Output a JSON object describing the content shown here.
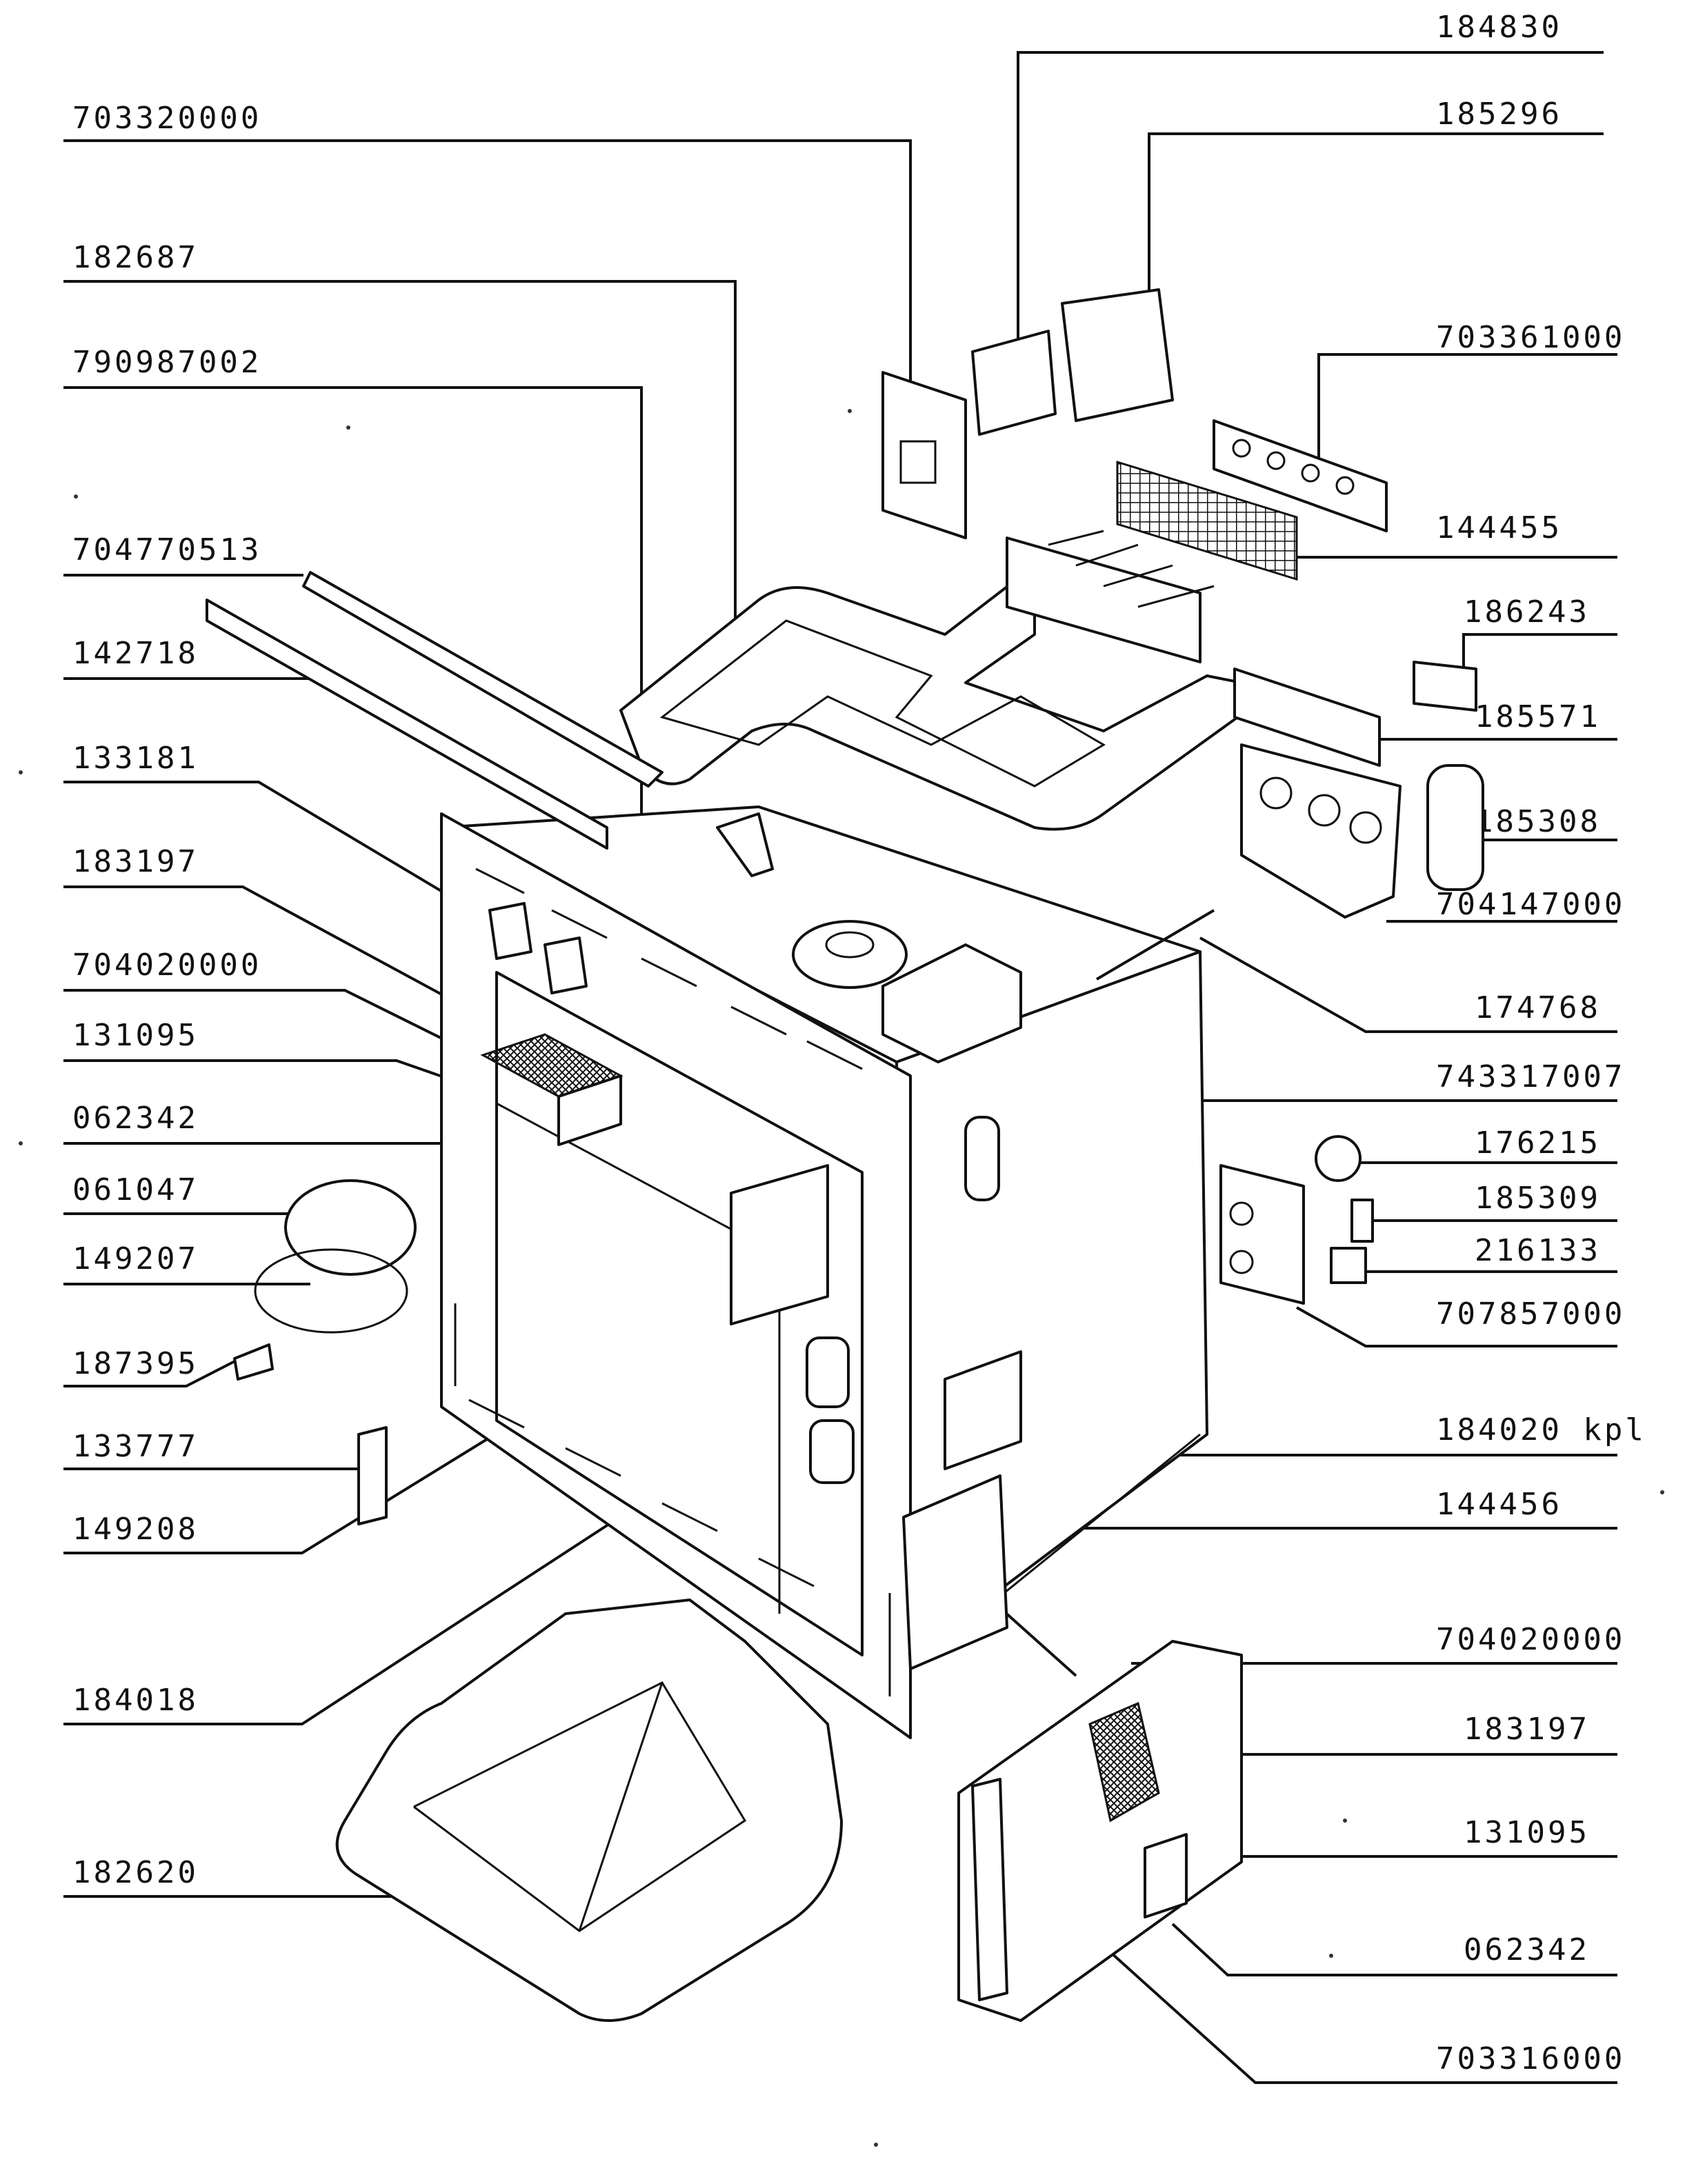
{
  "labels_left": [
    "703320000",
    "182687",
    "790987002",
    "704770513",
    "142718",
    "133181",
    "183197",
    "704020000",
    "131095",
    "062342",
    "061047",
    "149207",
    "187395",
    "133777",
    "149208",
    "184018",
    "182620"
  ],
  "labels_right": [
    "184830",
    "185296",
    "703361000",
    "144455",
    "186243",
    "185571",
    "185308",
    "704147000",
    "174768",
    "743317007",
    "176215",
    "185309",
    "216133",
    "707857000",
    "184020 kpl",
    "144456",
    "704020000",
    "183197",
    "131095",
    "062342",
    "703316000"
  ]
}
